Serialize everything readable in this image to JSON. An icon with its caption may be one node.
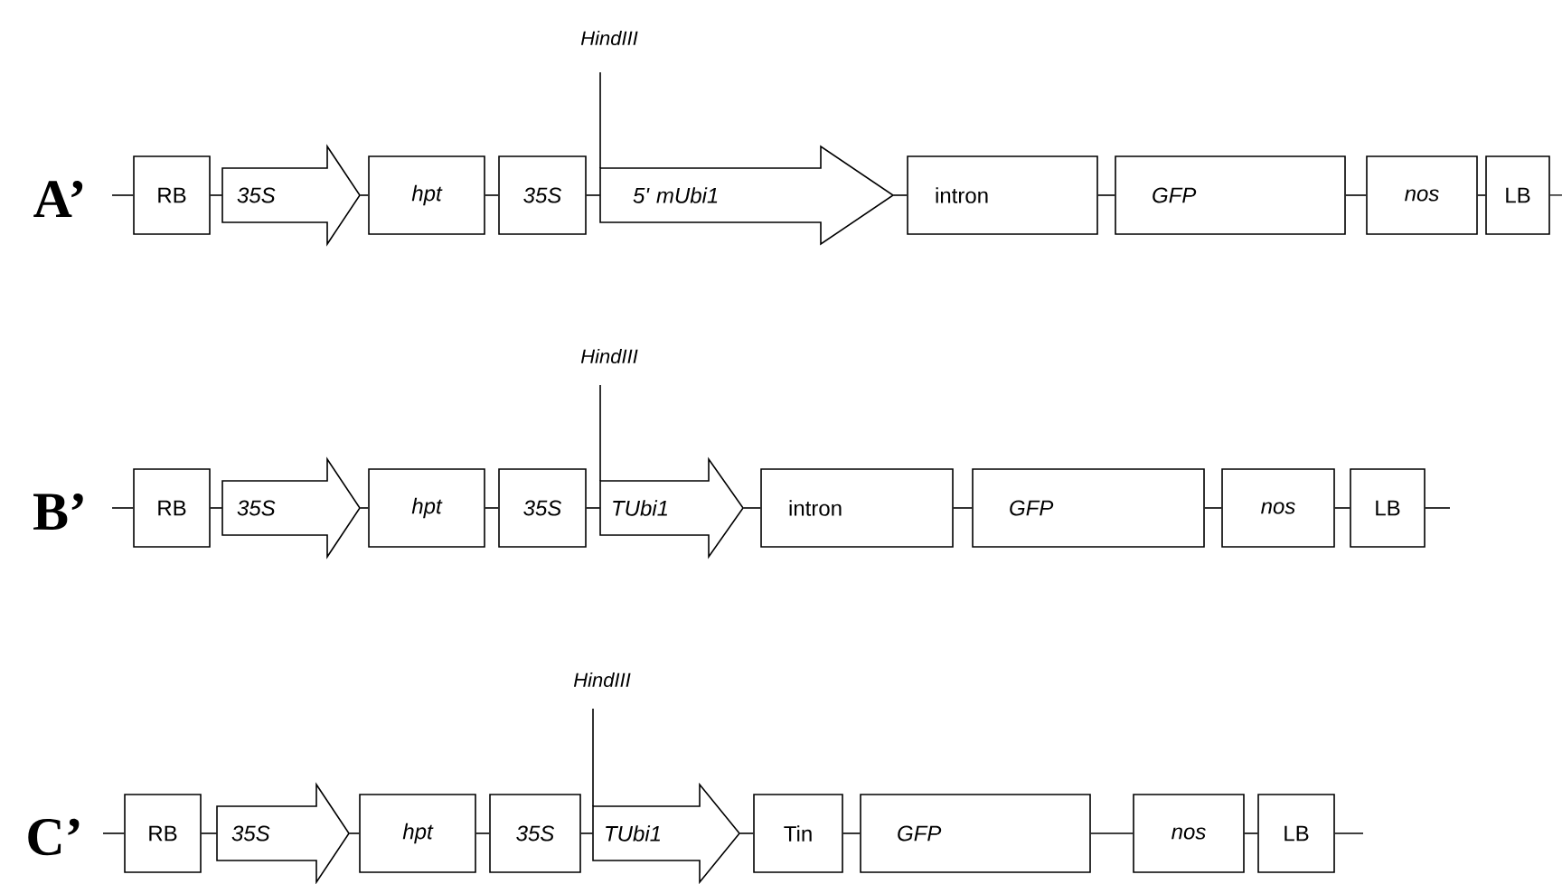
{
  "diagram": {
    "nodes": [
      {
        "text": [
          "HindIII"
        ]
      },
      {
        "text": [
          "RB"
        ]
      },
      {
        "text": [
          "35S"
        ]
      },
      {
        "text": [
          "hpt"
        ]
      },
      {
        "text": [
          "35S"
        ]
      },
      {
        "text": [
          "5' mUbi1"
        ]
      },
      {
        "text": [
          "intron"
        ]
      },
      {
        "text": [
          "GFP"
        ]
      },
      {
        "text": [
          "nos"
        ]
      },
      {
        "text": [
          "LB"
        ]
      },
      {
        "text": [
          "HindIII"
        ]
      },
      {
        "text": [
          "RB"
        ]
      },
      {
        "text": [
          "35S"
        ]
      },
      {
        "text": [
          "hpt"
        ]
      },
      {
        "text": [
          "35S"
        ]
      },
      {
        "text": [
          "TUbi1"
        ]
      },
      {
        "text": [
          "intron"
        ]
      },
      {
        "text": [
          "GFP"
        ]
      },
      {
        "text": [
          "nos"
        ]
      },
      {
        "text": [
          "LB"
        ]
      },
      {
        "text": [
          "HindIII"
        ]
      },
      {
        "text": [
          "RB"
        ]
      },
      {
        "text": [
          "35S"
        ]
      },
      {
        "text": [
          "hpt"
        ]
      },
      {
        "text": [
          "35S"
        ]
      },
      {
        "text": [
          "TUbi1"
        ]
      },
      {
        "text": [
          "Tin"
        ]
      },
      {
        "text": [
          "GFP"
        ]
      },
      {
        "text": [
          "nos"
        ]
      },
      {
        "text": [
          "LB"
        ]
      }
    ],
    "edges": [
      {
        "from": null,
        "to": 1,
        "arrow": "none"
      },
      {
        "from": 1,
        "to": 2,
        "arrow": "none"
      },
      {
        "from": 2,
        "to": 3,
        "arrow": "none"
      },
      {
        "from": 3,
        "to": 4,
        "arrow": "none"
      },
      {
        "from": 4,
        "to": 5,
        "arrow": "none"
      },
      {
        "from": 5,
        "to": 6,
        "arrow": "none"
      },
      {
        "from": 6,
        "to": 7,
        "arrow": "none"
      },
      {
        "from": 7,
        "to": 8,
        "arrow": "none"
      },
      {
        "from": 8,
        "to": 9,
        "arrow": "none"
      },
      {
        "from": 9,
        "to": null,
        "arrow": "none"
      },
      {
        "from": 0,
        "to": 5,
        "arrow": "none"
      },
      {
        "from": null,
        "to": 11,
        "arrow": "none"
      },
      {
        "from": 11,
        "to": 12,
        "arrow": "none"
      },
      {
        "from": 12,
        "to": 13,
        "arrow": "none"
      },
      {
        "from": 13,
        "to": 14,
        "arrow": "none"
      },
      {
        "from": 14,
        "to": 15,
        "arrow": "none"
      },
      {
        "from": 15,
        "to": 16,
        "arrow": "none"
      },
      {
        "from": 16,
        "to": 17,
        "arrow": "none"
      },
      {
        "from": 17,
        "to": 18,
        "arrow": "none"
      },
      {
        "from": 18,
        "to": 19,
        "arrow": "none"
      },
      {
        "from": 19,
        "to": null,
        "arrow": "none"
      },
      {
        "from": 10,
        "to": 15,
        "arrow": "none"
      },
      {
        "from": null,
        "to": 21,
        "arrow": "none"
      },
      {
        "from": 21,
        "to": 22,
        "arrow": "none"
      },
      {
        "from": 22,
        "to": 23,
        "arrow": "none"
      },
      {
        "from": 23,
        "to": 24,
        "arrow": "none"
      },
      {
        "from": 24,
        "to": 25,
        "arrow": "none"
      },
      {
        "from": 25,
        "to": 26,
        "arrow": "none"
      },
      {
        "from": 26,
        "to": 27,
        "arrow": "none"
      },
      {
        "from": 27,
        "to": 28,
        "arrow": "none"
      },
      {
        "from": 28,
        "to": 29,
        "arrow": "none"
      },
      {
        "from": 29,
        "to": null,
        "arrow": "none"
      },
      {
        "from": 20,
        "to": 25,
        "arrow": "none"
      }
    ],
    "labels": [
      "A’",
      "B’",
      "C’"
    ]
  }
}
